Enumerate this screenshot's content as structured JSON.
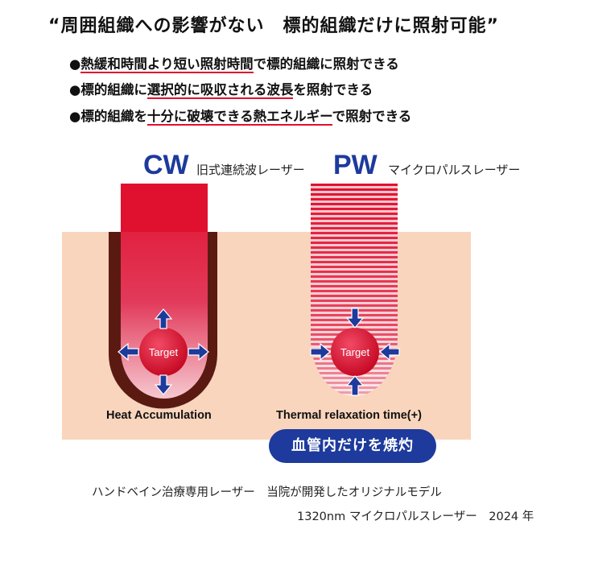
{
  "title": "“周囲組織への影響がない　標的組織だけに照射可能”",
  "bullets": [
    {
      "marker": "●",
      "underlined": "熱緩和時間より短い照射時間",
      "rest": "で標的組織に照射できる"
    },
    {
      "marker": "●",
      "pre": "標的組織に",
      "underlined": "選択的に吸収される波長",
      "rest": "を照射できる"
    },
    {
      "marker": "●",
      "pre": "標的組織を",
      "underlined": "十分に破壊できる熱エネルギー",
      "rest": "で照射できる"
    }
  ],
  "cw": {
    "label": "CW",
    "sublabel": "旧式連続波レーザー",
    "target": "Target",
    "caption": "Heat Accumulation"
  },
  "pw": {
    "label": "PW",
    "sublabel": "マイクロパルスレーザー",
    "target": "Target",
    "caption": "Thermal relaxation time(+)"
  },
  "badge": "血管内だけを焼灼",
  "footer": {
    "line1": "ハンドベイン治療専用レーザー　当院が開発したオリジナルモデル",
    "line2": "1320nm マイクロパルスレーザー　2024 年"
  },
  "colors": {
    "skin": "#f9d5bd",
    "laser_red": "#e0102f",
    "burn_brown": "#5a1a12",
    "arrow_blue": "#1d3a9c"
  }
}
